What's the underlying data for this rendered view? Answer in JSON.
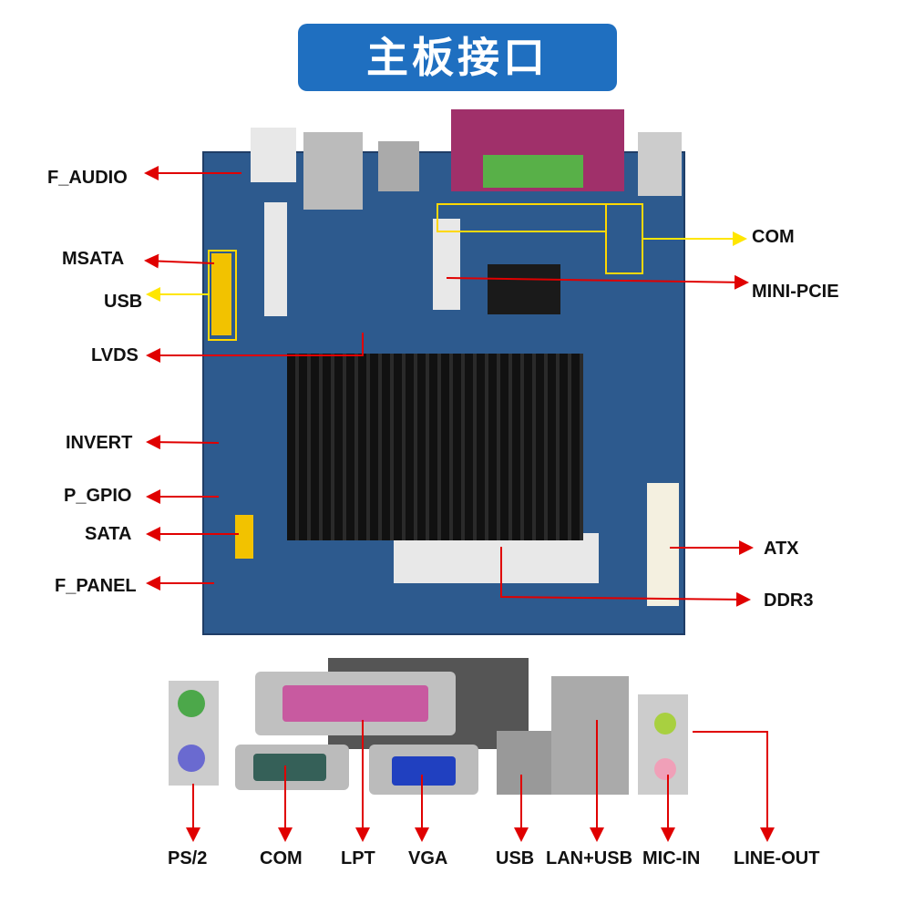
{
  "title": "主板接口",
  "board_labels": {
    "f_audio": "F_AUDIO",
    "msata": "MSATA",
    "usb": "USB",
    "lvds": "LVDS",
    "invert": "INVERT",
    "p_gpio": "P_GPIO",
    "sata": "SATA",
    "f_panel": "F_PANEL",
    "com": "COM",
    "mini_pcie": "MINI-PCIE",
    "atx": "ATX",
    "ddr3": "DDR3"
  },
  "io_labels": {
    "ps2": "PS/2",
    "com": "COM",
    "lpt": "LPT",
    "vga": "VGA",
    "usb": "USB",
    "lan_usb": "LAN+USB",
    "mic_in": "MIC-IN",
    "line_out": "LINE-OUT"
  },
  "colors": {
    "title_bg": "#1f6fc0",
    "board": "#2d5a8e",
    "arrow_red": "#e00000",
    "arrow_yellow": "#ffe600",
    "highlight": "#ffd800"
  }
}
